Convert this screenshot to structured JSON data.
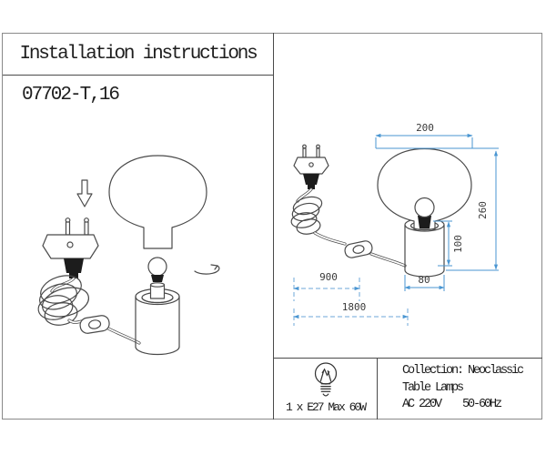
{
  "header": {
    "title": "Installation instructions"
  },
  "model_number": "07702-T,16",
  "colors": {
    "dimension_accent": "#4a96d2",
    "line_art": "#4a4a4a"
  },
  "dimensions": {
    "shade_width": "200",
    "total_height": "260",
    "base_section_height": "100",
    "base_width": "80",
    "plug_to_switch": "900",
    "cord_length": "1800"
  },
  "spec_box": {
    "bulb_spec": "1 x E27 Max 60W",
    "collection": "Collection: Neoclassic",
    "category": "Table Lamps",
    "power": "AC 220V    50-60Hz"
  }
}
